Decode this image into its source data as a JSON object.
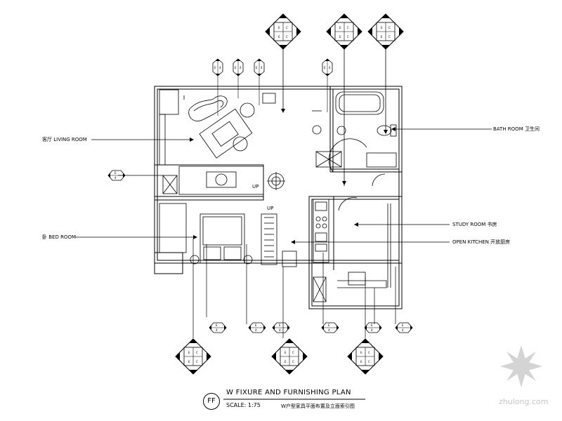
{
  "title": "W FIXURE AND FURNISHING PLAN",
  "scale": "SCALE: 1:75",
  "title_cn": "W户型家具平面布置及立面索引图",
  "ff_badge": "FF",
  "rooms": {
    "living": "客厅  LIVING ROOM",
    "bed": "卧  BED ROOM",
    "bath": "BATH ROOM  卫生间",
    "study": "STUDY ROOM  书房",
    "kitchen": "OPEN KITCHEN  开放厨房"
  },
  "up_labels": [
    "UP",
    "UP"
  ],
  "watermark": "zhulong.com"
}
